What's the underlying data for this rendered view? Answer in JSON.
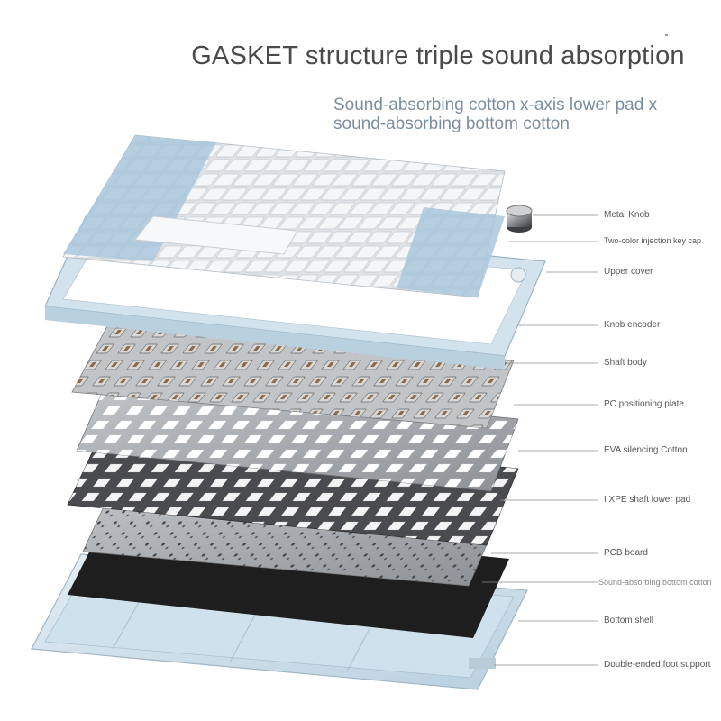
{
  "header": {
    "title": "GASKET structure triple sound absorption",
    "subtitle_line1": "Sound-absorbing cotton x-axis lower pad x",
    "subtitle_line2": "sound-absorbing bottom cotton"
  },
  "callouts": [
    {
      "label": "Metal Knob"
    },
    {
      "label": "Two-color injection key cap"
    },
    {
      "label": "Upper cover"
    },
    {
      "label": "Knob encoder"
    },
    {
      "label": "Shaft body"
    },
    {
      "label": "PC positioning plate"
    },
    {
      "label": "EVA silencing Cotton"
    },
    {
      "label": "I XPE shaft lower pad"
    },
    {
      "label": "PCB board"
    },
    {
      "label": "Sound-absorbing bottom cotton"
    },
    {
      "label": "Bottom shell"
    },
    {
      "label": "Double-ended foot support"
    }
  ],
  "colors": {
    "keycap_blue": "#a9c7dc",
    "keycap_white": "#eef1f3",
    "frame_blue": "#cfe0ec",
    "plate_gray": "#a5a9ad",
    "eva_dark": "#4a4b4e",
    "pcb_black": "#1e1e1f",
    "shell_blue": "#d5e5ef"
  }
}
